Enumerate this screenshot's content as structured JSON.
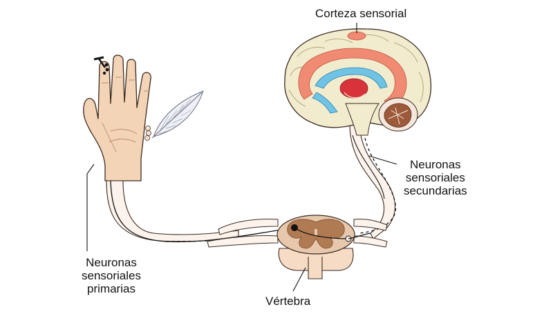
{
  "labels": {
    "cortex": "Corteza sensorial",
    "secondary": [
      "Neuronas",
      "sensoriales",
      "secundarias"
    ],
    "primary": [
      "Neuronas",
      "sensoriales",
      "primarias"
    ],
    "vertebra": "Vértebra"
  },
  "colors": {
    "skin": "#f3d4b6",
    "skin_outline": "#3a2a20",
    "brain_fold": "#f2eccf",
    "cortex_band": "#f08a72",
    "ventricle": "#6fc4e6",
    "thalamus": "#d8323a",
    "cerebellum": "#9c5a3a",
    "spinal_cord": "#c9a48c",
    "gray_matter": "#b07a52",
    "nerve_fill": "#fbf3ec"
  }
}
